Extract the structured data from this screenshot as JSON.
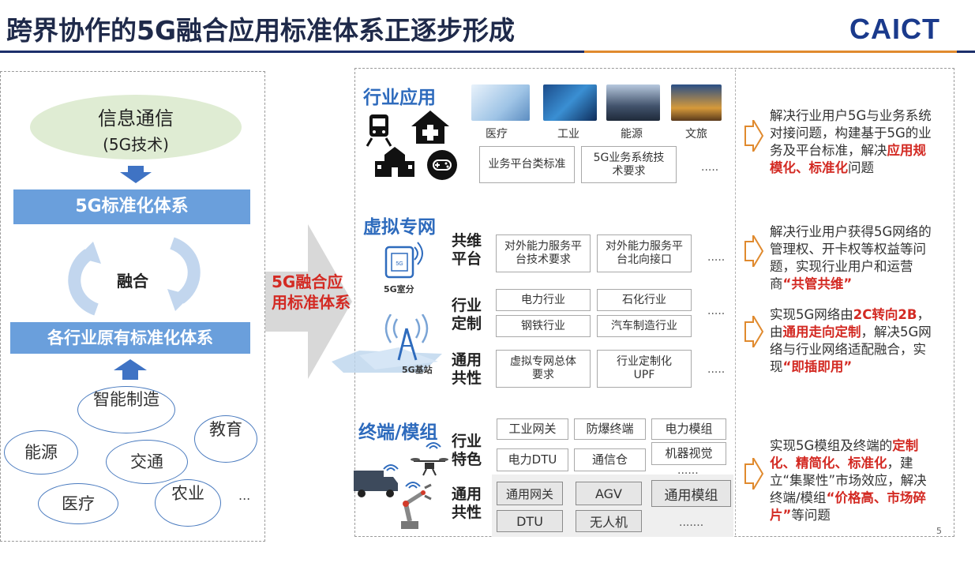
{
  "header": {
    "title": "跨界协作的5G融合应用标准体系正逐步形成",
    "logo": "CAICT"
  },
  "left": {
    "top_ellipse_line1": "信息通信",
    "top_ellipse_line2": "(5G技术)",
    "bar_5g": "5G标准化体系",
    "fusion": "融合",
    "bar_industry": "各行业原有标准化体系",
    "ovals": [
      "智能制造",
      "教育",
      "能源",
      "交通",
      "医疗",
      "农业"
    ],
    "ovals_more": "..."
  },
  "middle_arrow": {
    "label": "5G融合应用标准体系"
  },
  "sections": {
    "industry_app": {
      "title": "行业应用",
      "images": [
        "医疗",
        "工业",
        "能源",
        "文旅"
      ],
      "boxes": [
        "业务平台类标准",
        "5G业务系统技术要求"
      ],
      "more": "....."
    },
    "vpn": {
      "title": "虚拟专网",
      "device_label": "5G室分",
      "station_label": "5G基站",
      "groups": [
        {
          "label": "共维平台",
          "boxes": [
            "对外能力服务平台技术要求",
            "对外能力服务平台北向接口"
          ],
          "more": "....."
        },
        {
          "label": "行业定制",
          "boxes": [
            "电力行业",
            "石化行业",
            "钢铁行业",
            "汽车制造行业"
          ],
          "more": "....."
        },
        {
          "label": "通用共性",
          "boxes": [
            "虚拟专网总体要求",
            "行业定制化UPF"
          ],
          "more": "....."
        }
      ]
    },
    "terminal": {
      "title": "终端/模组",
      "groups": [
        {
          "label": "行业特色",
          "boxes": [
            "工业网关",
            "防爆终端",
            "电力模组",
            "电力DTU",
            "通信仓",
            "机器视觉"
          ],
          "more": "......"
        },
        {
          "label": "通用共性",
          "boxes": [
            "通用网关",
            "AGV",
            "通用模组",
            "DTU",
            "无人机"
          ],
          "more": "......."
        }
      ]
    }
  },
  "notes": [
    {
      "plain1": "解决行业用户5G与业务系统对接问题，构建基于5G的业务及平台标准，解决",
      "red1": "应用规模化、标准化",
      "plain2": "问题"
    },
    {
      "plain1": "解决行业用户获得5G网络的管理权、开卡权等权益等问题，实现行业用户和运营商",
      "red1": "“共管共维”"
    },
    {
      "plain1": "实现5G网络由",
      "red1": "2C转向2B",
      "plain2": "，由",
      "red2": "通用走向定制",
      "plain3": "，解决5G网络与行业网络适配融合，实现",
      "red3": "“即插即用”"
    },
    {
      "plain1": "实现5G模组及终端的",
      "red1": "定制化、精简化、标准化",
      "plain2": "，建立“集聚性”市场效应，解决终端/模组",
      "red2": "“价格高、市场碎片”",
      "plain3": "等问题"
    }
  ],
  "page_number": "5",
  "colors": {
    "title": "#1f2a4a",
    "accent_blue": "#6a9fdc",
    "section_blue": "#2e6bbd",
    "red": "#d32a23",
    "orange": "#e08a2e"
  }
}
